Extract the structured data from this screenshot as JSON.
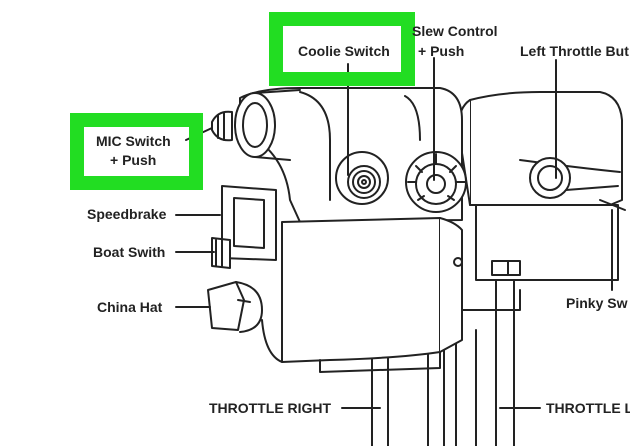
{
  "diagram": {
    "labels": {
      "coolie": "Coolie Switch",
      "slew_line1": "Slew Control",
      "slew_line2": "+ Push",
      "left_throttle": "Left Throttle But",
      "mic_line1": "MIC Switch",
      "mic_line2": "+ Push",
      "speedbrake": "Speedbrake",
      "boat": "Boat Swith",
      "china": "China Hat",
      "pinky": "Pinky Sw",
      "throttle_right": "THROTTLE RIGHT",
      "throttle_left": "THROTTLE L"
    },
    "colors": {
      "highlight": "#22dd22",
      "ink": "#222222",
      "background": "#ffffff"
    }
  }
}
